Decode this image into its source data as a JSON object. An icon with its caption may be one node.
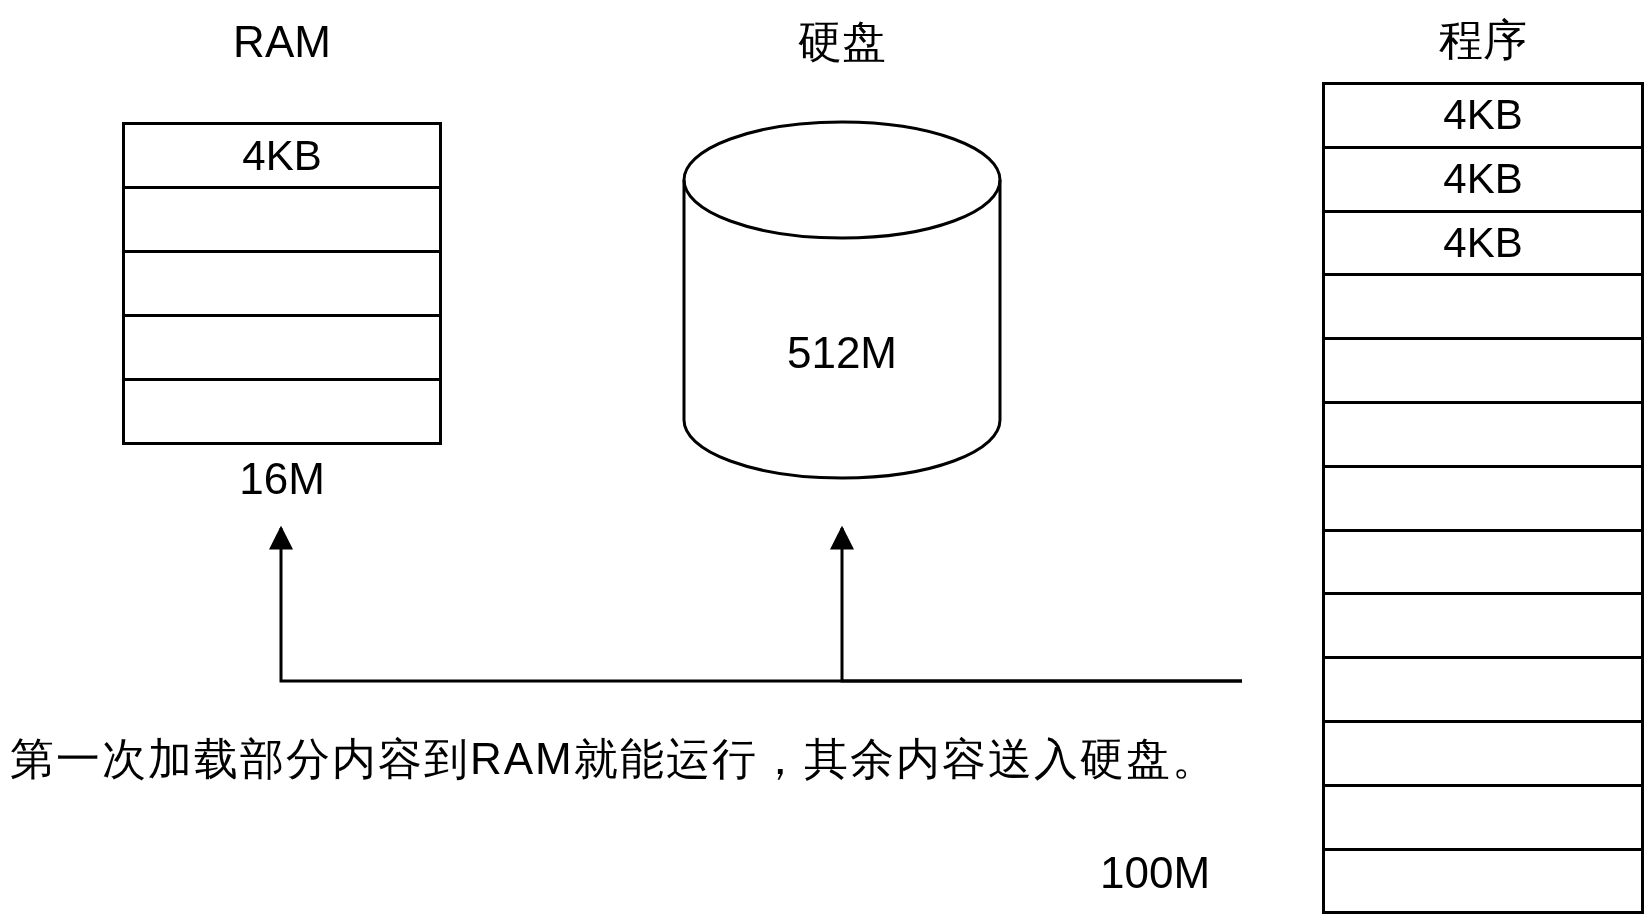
{
  "diagram": {
    "nodes": [
      {
        "text": [
          "RAM"
        ],
        "beside": [
          "16M"
        ]
      },
      {
        "text": [
          "4KB"
        ],
        "in": 0
      },
      {
        "text": [],
        "shape": "box",
        "in": 0
      },
      {
        "text": [],
        "shape": "box",
        "in": 0
      },
      {
        "text": [],
        "shape": "box",
        "in": 0
      },
      {
        "text": [],
        "shape": "box",
        "in": 0
      },
      {
        "text": [
          "硬盘",
          "512M"
        ]
      },
      {
        "text": [
          "程序"
        ]
      },
      {
        "text": [
          "4KB"
        ],
        "in": 7
      },
      {
        "text": [
          "4KB"
        ],
        "in": 7
      },
      {
        "text": [
          "4KB"
        ],
        "in": 7
      },
      {
        "text": [],
        "shape": "box",
        "in": 7
      },
      {
        "text": [],
        "shape": "box",
        "in": 7
      },
      {
        "text": [],
        "shape": "box",
        "in": 7
      },
      {
        "text": [],
        "shape": "box",
        "in": 7
      },
      {
        "text": [],
        "shape": "box",
        "in": 7
      },
      {
        "text": [],
        "shape": "box",
        "in": 7
      },
      {
        "text": [],
        "shape": "box",
        "in": 7
      },
      {
        "text": [],
        "shape": "box",
        "in": 7
      },
      {
        "text": [],
        "shape": "box",
        "in": 7
      },
      {
        "text": [],
        "shape": "box",
        "in": 7
      }
    ],
    "edges": [
      {
        "from": null,
        "to": 0,
        "arrow": "to"
      },
      {
        "from": null,
        "to": 6,
        "arrow": "to"
      }
    ],
    "labels": [
      "第一次加载部分内容到RAM就能运行，其余内容送入硬盘。",
      "100M"
    ]
  }
}
